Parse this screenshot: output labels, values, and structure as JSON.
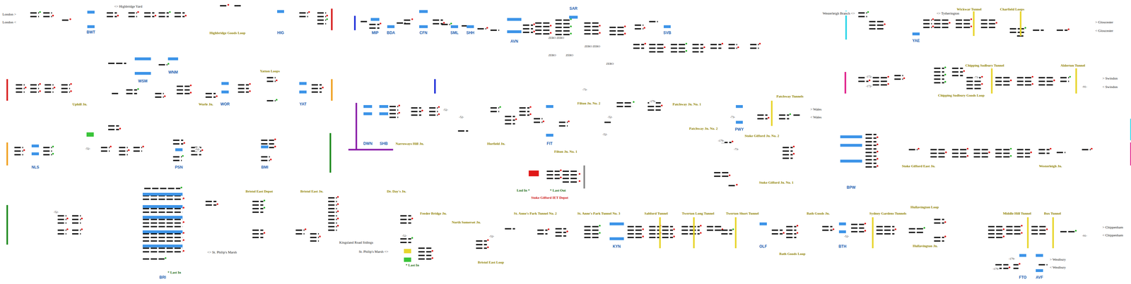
{
  "diagram": {
    "nodes": [
      {
        "text": [
          "BWT"
        ]
      },
      {
        "text": [
          "HIG"
        ]
      },
      {
        "text": [
          "MIP"
        ]
      },
      {
        "text": [
          "BDA"
        ]
      },
      {
        "text": [
          "CFN"
        ]
      },
      {
        "text": [
          "SML"
        ]
      },
      {
        "text": [
          "SHH"
        ]
      },
      {
        "text": [
          "AVN"
        ]
      },
      {
        "text": [
          "SAR"
        ]
      },
      {
        "text": [
          "SVB"
        ]
      },
      {
        "text": [
          "YAE"
        ]
      },
      {
        "text": [
          "WSM"
        ]
      },
      {
        "text": [
          "WNM"
        ]
      },
      {
        "text": [
          "WOR"
        ]
      },
      {
        "text": [
          "YAT"
        ]
      },
      {
        "text": [
          "NLS"
        ]
      },
      {
        "text": [
          "PSN"
        ]
      },
      {
        "text": [
          "BMI"
        ]
      },
      {
        "text": [
          "DWN"
        ]
      },
      {
        "text": [
          "SHB"
        ]
      },
      {
        "text": [
          "FIT"
        ]
      },
      {
        "text": [
          "PWY"
        ]
      },
      {
        "text": [
          "BPW"
        ]
      },
      {
        "text": [
          "BRI"
        ]
      },
      {
        "text": [
          "KYN"
        ]
      },
      {
        "text": [
          "OLF"
        ]
      },
      {
        "text": [
          "BTH"
        ]
      },
      {
        "text": [
          "FTO"
        ]
      },
      {
        "text": [
          "AVF"
        ]
      }
    ],
    "labels": [
      "London >",
      "London <",
      "<> Highbridge Yard",
      "Highbridge Goods Loop",
      "Westerleigh Branch <>",
      "<> Tytherington",
      "Wickwar Tunnel",
      "Charfield Loops",
      "> Gloucester",
      "< Gloucester",
      "Yatton Loops",
      "Uphill Jn.",
      "Worle Jn.",
      "Narroways Hill Jn.",
      "Horfield Jn.",
      "Filton Jn. No. 2",
      "Filton Jn. No. 1",
      "Patchway Jn. No. 1",
      "Patchway Jn. No. 2",
      "Patchway Tunnels",
      "> Wales",
      "< Wales",
      "Stoke Gifford Jn. No. 2",
      "Stoke Gifford Jn. No. 1",
      "Stoke Gifford IET Depot",
      "Lnd In *",
      "* Last Out",
      "Chipping Sodbury Tunnel",
      "Alderton Tunnel",
      "Chipping Sodbury Goods Loop",
      "> Swindon",
      "< Swindon",
      "Stoke Gifford East Jn.",
      "Westerleigh Jn.",
      "Bristol East Depot",
      "Bristol East Jn.",
      "Dr. Day's Jn.",
      "Feeder Bridge Jn.",
      "North Somerset Jn.",
      "Kingsland Road Sidings",
      "St. Philip's Marsh <>",
      "<> St. Philip's Marsh",
      "* Last In",
      "* Last In",
      "Bristol East Loop",
      "St. Anne's Park Tunnel No. 2",
      "St. Anne's Park Tunnel No. 3",
      "Saltford Tunnel",
      "Twerton Long Tunnel",
      "Twerton Short Tunnel",
      "Bath Goods Jn.",
      "Sydney Gardens Tunnels",
      "Bath Goods Loop",
      "Hullavington Loop",
      "Hullavington Jn.",
      "Middle Hill Tunnel",
      "Box Tunnel",
      "> Chippenham",
      "< Chippenham",
      "> Westbury",
      "< Westbury",
      "-52-",
      "-52-",
      "-73-",
      "-52-",
      "-52-",
      "-179-",
      "-73-",
      "-172-",
      "-172-",
      "-73-",
      "-91-",
      "-179-",
      "-73-",
      "-52-",
      "-52-",
      "-52-",
      "-52-",
      "-52-",
      "-52-",
      "-91-",
      "-179-",
      "-179-",
      "ZERO ZERO",
      "ZERO ZERO",
      "ZERO",
      "ZERO",
      "ZERO"
    ]
  }
}
